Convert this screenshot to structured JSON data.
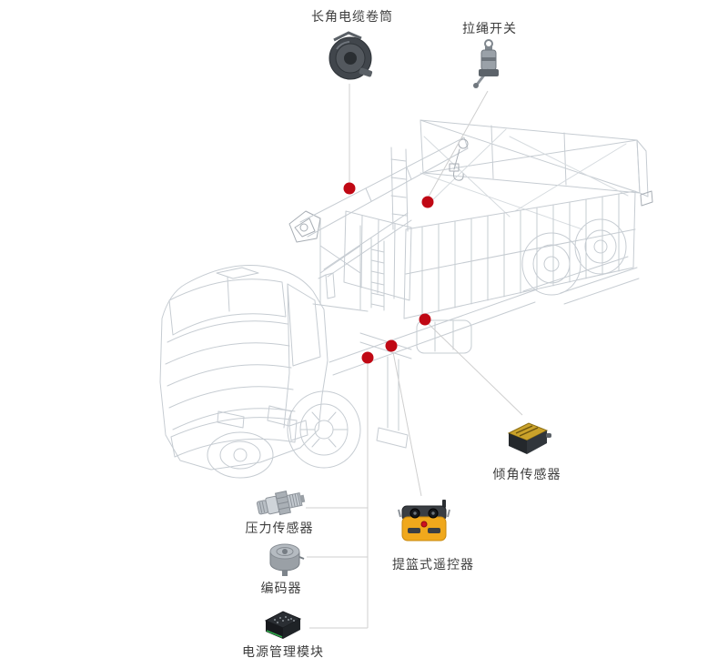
{
  "diagram": {
    "callouts": [
      {
        "id": "cable-reel",
        "label": "长角电缆卷筒"
      },
      {
        "id": "pull-switch",
        "label": "拉绳开关"
      },
      {
        "id": "tilt-sensor",
        "label": "倾角传感器"
      },
      {
        "id": "pressure-sensor",
        "label": "压力传感器"
      },
      {
        "id": "remote-control",
        "label": "提篮式遥控器"
      },
      {
        "id": "encoder",
        "label": "编码器"
      },
      {
        "id": "power-module",
        "label": "电源管理模块"
      }
    ],
    "colors": {
      "marker": "#c00814",
      "leader_line": "#cfcfcf",
      "wireframe": "#c6ccd2",
      "wireframe_light": "#d6dbdf",
      "wireframe_dark": "#a8aeb5",
      "label_text": "#3d3d3d"
    }
  }
}
